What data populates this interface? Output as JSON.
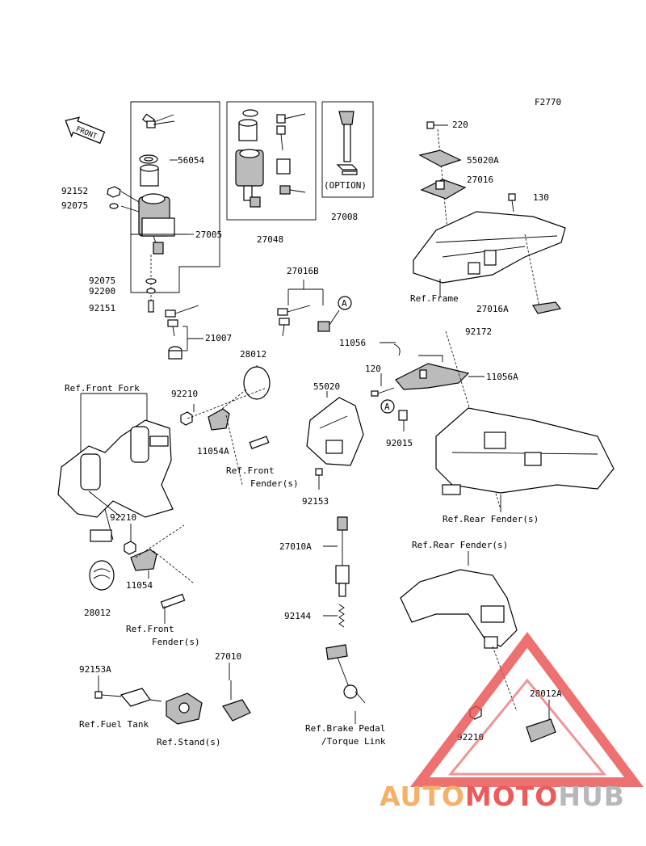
{
  "figure_code": "F2770",
  "front_arrow": "FRONT",
  "option_label": "(OPTION)",
  "callouts": {
    "p56054": "56054",
    "p92152": "92152",
    "p92075a": "92075",
    "p27005": "27005",
    "p27048": "27048",
    "p27008": "27008",
    "p92075b": "92075",
    "p92200": "92200",
    "p92151": "92151",
    "p21007": "21007",
    "p27016b": "27016B",
    "p220": "220",
    "p55020a": "55020A",
    "p27016": "27016",
    "p130": "130",
    "ref_frame": "Ref.Frame",
    "p27016a": "27016A",
    "p92172": "92172",
    "p11056": "11056",
    "p28012a": "28012",
    "p120": "120",
    "p11056a": "11056A",
    "ref_front_fork": "Ref.Front Fork",
    "p92210a": "92210",
    "p55020": "55020",
    "p11054a": "11054A",
    "ref_front_fender_a1": "Ref.Front",
    "ref_front_fender_a2": "Fender(s)",
    "p92015": "92015",
    "p92153": "92153",
    "ref_rear_fender_a": "Ref.Rear Fender(s)",
    "p92210b": "92210",
    "p27010a": "27010A",
    "ref_rear_fender_b": "Ref.Rear Fender(s)",
    "p11054": "11054",
    "p28012b": "28012",
    "ref_front_fender_b1": "Ref.Front",
    "ref_front_fender_b2": "Fender(s)",
    "p92144": "92144",
    "p27010": "27010",
    "p92153a": "92153A",
    "p28012c": "28012A",
    "ref_fuel_tank": "Ref.Fuel Tank",
    "ref_stand": "Ref.Stand(s)",
    "ref_brake_1": "Ref.Brake Pedal",
    "ref_brake_2": "/Torque Link",
    "p92210c": "92210",
    "point_a1": "A",
    "point_a2": "A"
  },
  "watermark": {
    "part1": "AUTO",
    "part2": "MOTO",
    "part3": "HUB",
    "colors": {
      "part1": "#f5b06a",
      "part2": "#ee5a5a",
      "part3": "#b8b8b8",
      "triangle": "#e84d4d"
    }
  }
}
